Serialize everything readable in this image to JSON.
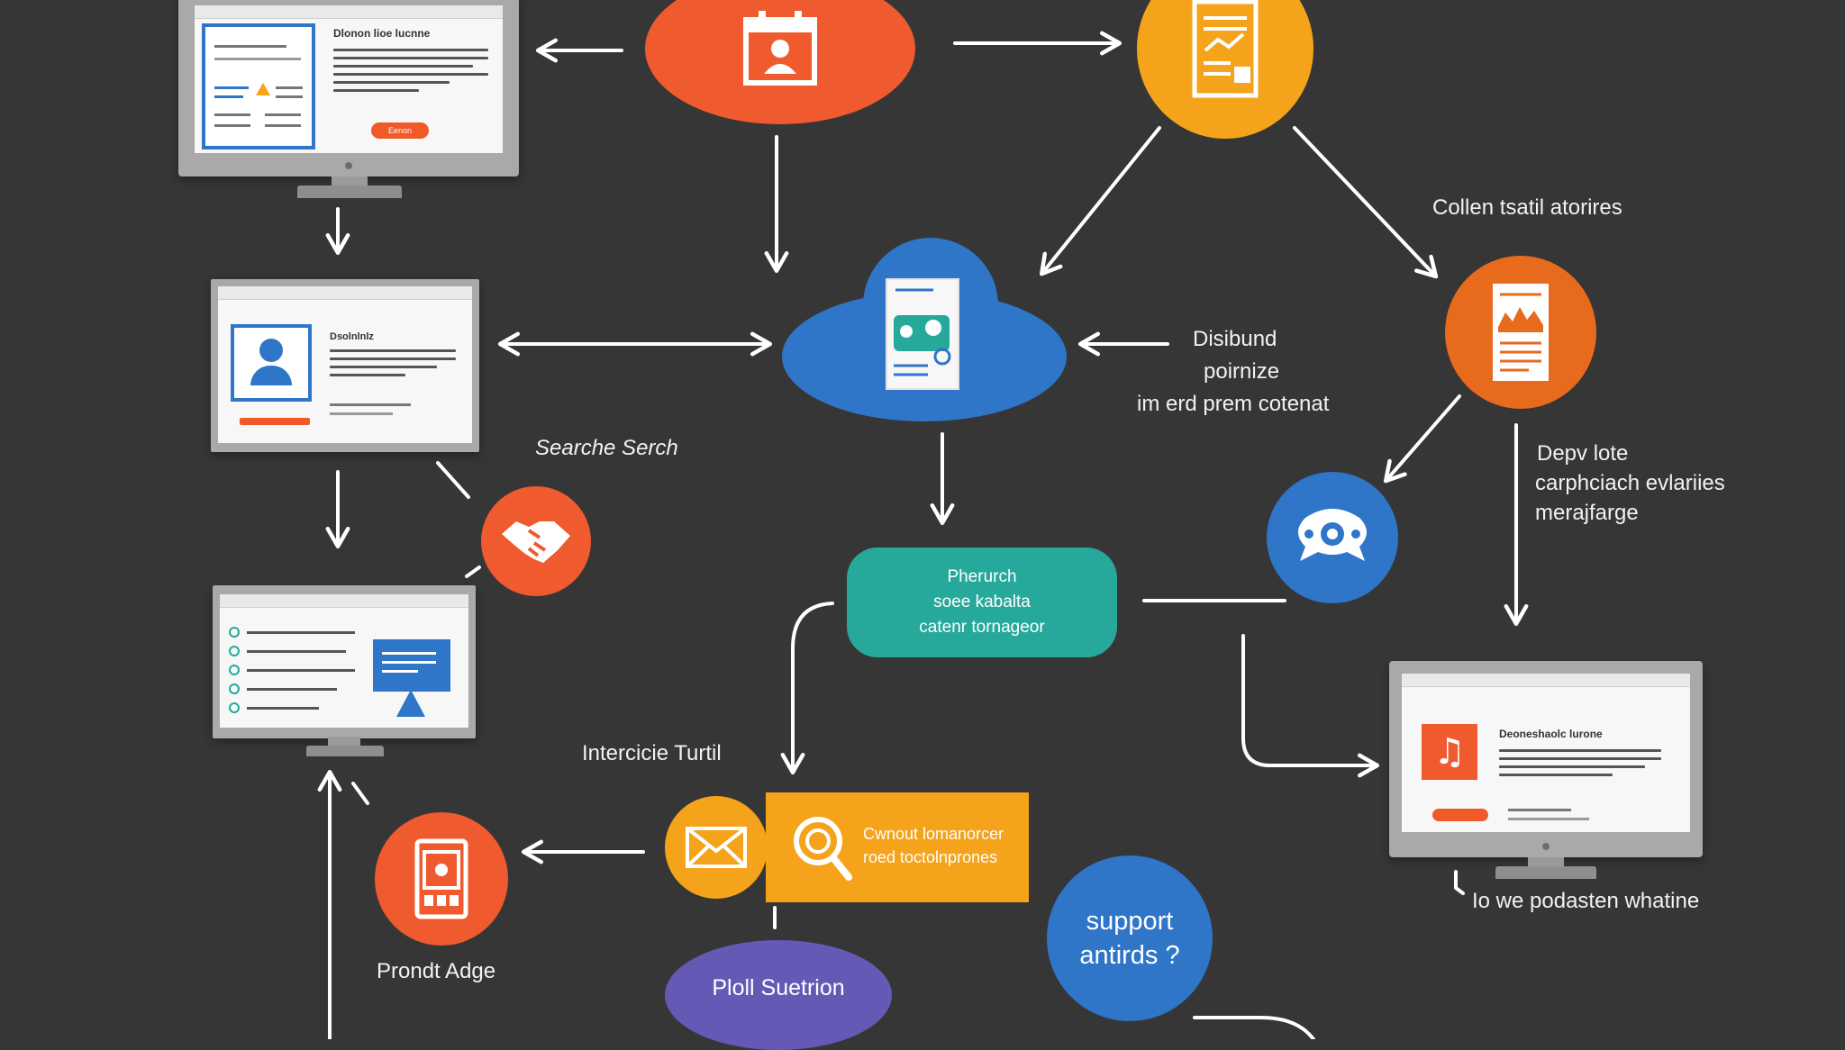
{
  "colors": {
    "background": "#363636",
    "orange": "#ef5a2e",
    "amber": "#f5a31a",
    "blue": "#2f75c8",
    "teal": "#26a89b",
    "purple": "#6559b6",
    "burnt_orange": "#e86a1d",
    "monitor_gray": "#a9a9a9",
    "arrow": "#ffffff"
  },
  "labels": {
    "collect": "Collen tsatil atorires",
    "distributed": [
      "Disibund",
      "poirnize",
      "im erd prem cotenat"
    ],
    "search": "Searche Serch",
    "deploy": [
      "Depv lote",
      "carphciach evlariies",
      "merajfarge"
    ],
    "interactive": "Intercicie Turtil",
    "product": "Prondt Adge",
    "webinar": "Io we podasten whatine"
  },
  "nodes": {
    "teal_box": [
      "Pherurch",
      "soee kabalta",
      "catenr tornageor"
    ],
    "email_box": [
      "Cwnout lomanorcer",
      "roed toctolnprones"
    ],
    "poll": "Ploll Suetrion",
    "support": [
      "support",
      "antirds ?"
    ]
  },
  "monitors": {
    "top_left": {
      "title": "Dlonon lioe lucnne",
      "button": "Eenon"
    },
    "middle_left": {
      "title": "Dsolnlnlz"
    },
    "webinar": {
      "title": "Deoneshaolc lurone"
    }
  }
}
